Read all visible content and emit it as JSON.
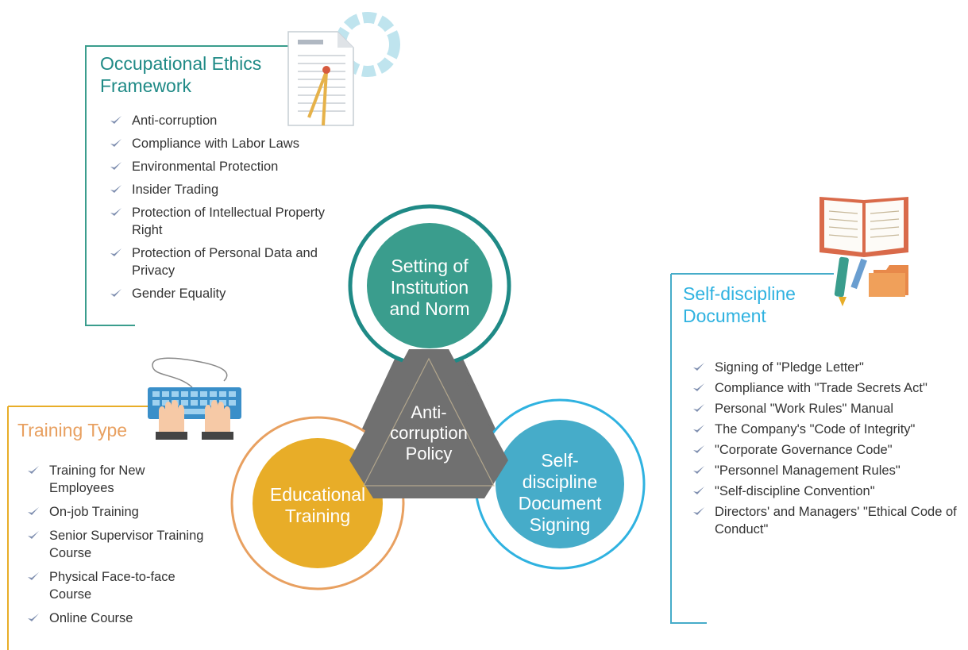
{
  "colors": {
    "teal": "#3a9d8d",
    "teal_ring": "#1f8a86",
    "orange": "#e8a060",
    "yellow": "#e8ad28",
    "blue": "#46acc9",
    "blue_ring": "#2fb2e0",
    "gray": "#707070",
    "check": "#7f8fb0"
  },
  "center": {
    "label": "Anti-corruption Policy"
  },
  "circles": {
    "top": {
      "label": "Setting of Institution and Norm"
    },
    "left": {
      "label": "Educational Training"
    },
    "right": {
      "label": "Self-discipline Document Signing"
    }
  },
  "panels": {
    "ethics": {
      "title": "Occupational Ethics Framework",
      "icon": "document-compass-icon",
      "items": [
        "Anti-corruption",
        "Compliance with Labor Laws",
        "Environmental Protection",
        "Insider Trading",
        "Protection of Intellectual Property Right",
        "Protection of Personal Data and Privacy",
        "Gender Equality"
      ]
    },
    "training": {
      "title": "Training Type",
      "icon": "keyboard-hands-icon",
      "items": [
        "Training for New Employees",
        "On-job Training",
        "Senior Supervisor Training Course",
        "Physical Face-to-face Course",
        "Online Course"
      ]
    },
    "discipline": {
      "title": "Self-discipline Document",
      "icon": "book-pencil-folder-icon",
      "items": [
        "Signing of \"Pledge Letter\"",
        "Compliance with \"Trade Secrets Act\"",
        "Personal \"Work Rules\" Manual",
        "The Company's \"Code of Integrity\"",
        "\"Corporate Governance Code\"",
        "\"Personnel Management Rules\"",
        "\"Self-discipline Convention\"",
        "Directors' and Managers' \"Ethical Code of Conduct\""
      ]
    }
  }
}
